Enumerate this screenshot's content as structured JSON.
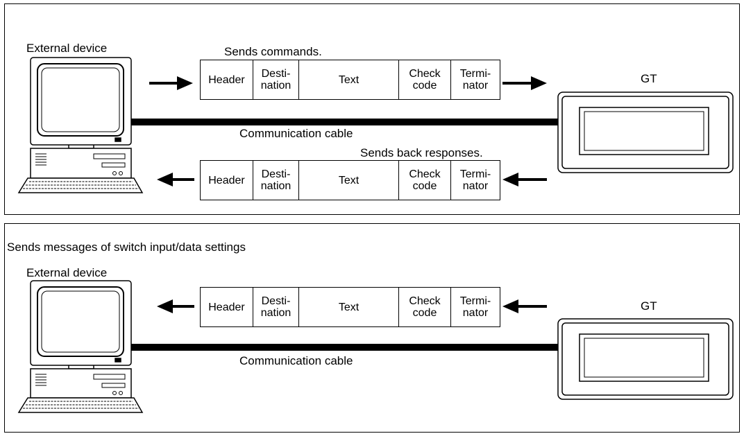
{
  "panel1": {
    "external_label": "External device",
    "command_label": "Sends commands.",
    "gt_label": "GT",
    "cable_label": "Communication cable",
    "response_label": "Sends back responses.",
    "command_frame": {
      "fields": [
        "Header",
        "Desti-\nnation",
        "Text",
        "Check\ncode",
        "Termi-\nnator"
      ]
    },
    "response_frame": {
      "fields": [
        "Header",
        "Desti-\nnation",
        "Text",
        "Check\ncode",
        "Termi-\nnator"
      ]
    }
  },
  "panel2": {
    "title": "Sends messages of switch input/data settings",
    "external_label": "External device",
    "gt_label": "GT",
    "cable_label": "Communication cable",
    "message_frame": {
      "fields": [
        "Header",
        "Desti-\nnation",
        "Text",
        "Check\ncode",
        "Termi-\nnator"
      ]
    }
  }
}
